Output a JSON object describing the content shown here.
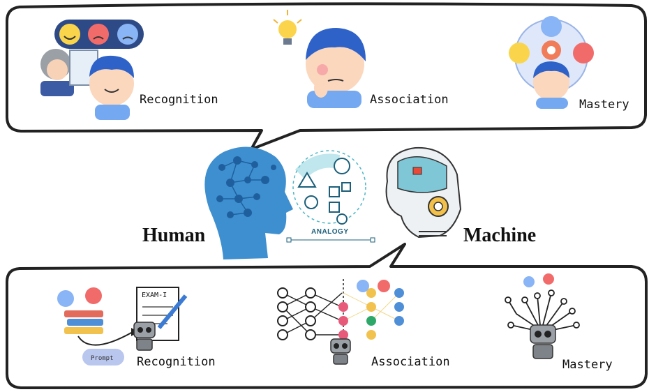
{
  "human": {
    "label": "Human",
    "stages": [
      "Recognition",
      "Association",
      "Mastery"
    ]
  },
  "analogy_label": "ANALOGY",
  "machine": {
    "label": "Machine",
    "stages": [
      "Recognition",
      "Association",
      "Mastery"
    ],
    "prompt_label": "Prompt",
    "exam_label": "EXAM-I"
  },
  "icons": [
    "happy-face-icon",
    "angry-face-icon",
    "sad-face-icon",
    "teacher-icon",
    "student-icon",
    "lightbulb-icon",
    "thinking-person-icon",
    "gear-icon",
    "human-brain-head-icon",
    "analogy-icon",
    "robot-head-icon",
    "books-icon",
    "exam-sheet-icon",
    "robot-icon",
    "neural-network-icon",
    "circuit-wires-icon"
  ],
  "colors": {
    "panel_stroke": "#222222",
    "brain_blue": "#3e8fcf",
    "analogy_teal": "#1b5f7a",
    "face_happy": "#fad54b",
    "face_angry": "#f26b6b",
    "face_sad": "#89b4f5"
  }
}
